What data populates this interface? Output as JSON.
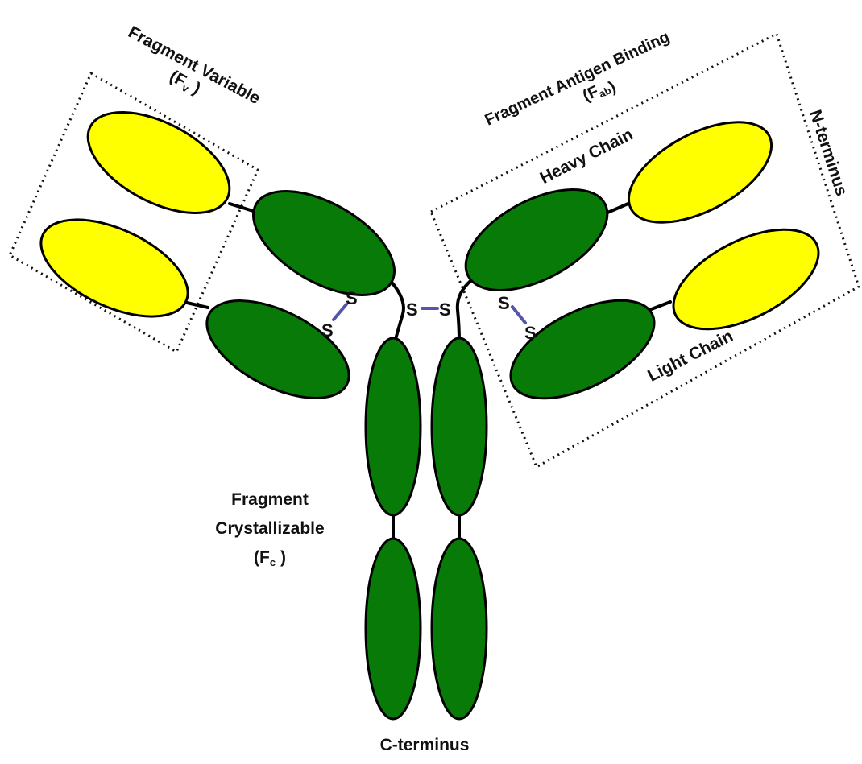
{
  "colors": {
    "variable_domain": "#ffff00",
    "constant_domain": "#087a08",
    "outline": "#000000",
    "disulfide_bond": "#5555aa",
    "box_border": "#111111"
  },
  "labels": {
    "fv_title": "Fragment Variable",
    "fv_symbol": "F",
    "fv_sub": "v",
    "fab_title": "Fragment Antigen Binding",
    "fab_symbol": "F",
    "fab_sub": "ab",
    "n_terminus": "N-terminus",
    "heavy_chain": "Heavy Chain",
    "light_chain": "Light Chain",
    "fc_line1": "Fragment",
    "fc_line2": "Crystallizable",
    "fc_symbol": "F",
    "fc_sub": "c",
    "c_terminus": "C-terminus",
    "sulfur": "S",
    "paren_open": "(",
    "paren_close": ")"
  }
}
